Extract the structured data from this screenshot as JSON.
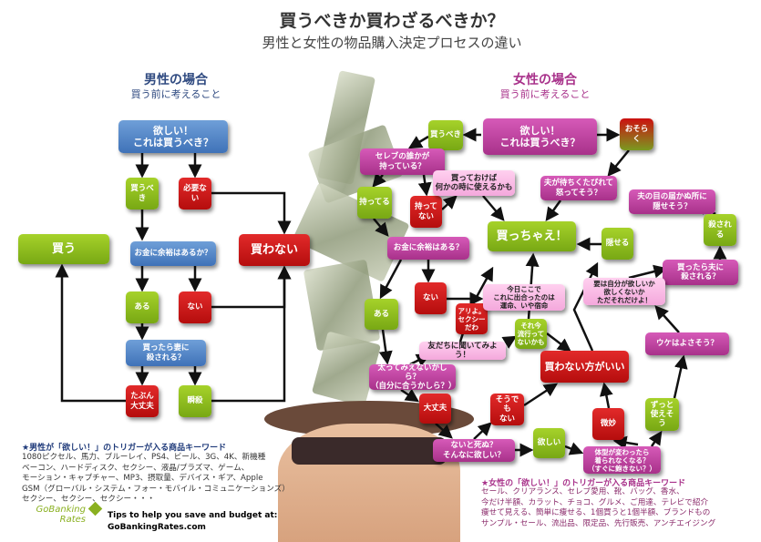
{
  "header": {
    "title": "買うべきか買わざるべきか？",
    "subtitle": "男性と女性の物品購入決定プロセスの違い"
  },
  "men": {
    "heading": "男性の場合",
    "sub": "買う前に考えること",
    "q1": "欲しい！\nこれは買うべき？",
    "should": "買うべき",
    "no_need": "必要ない",
    "buy": "買う",
    "q2": "お金に余裕はあるか？",
    "dont_buy": "買わない",
    "yes": "ある",
    "no": "ない",
    "q3": "買ったら妻に\n殺される？",
    "probably_ok": "たぶん\n大丈夫",
    "instant": "瞬殺",
    "kw_title": "★男性が「欲しい！」のトリガーが入る商品キーワード",
    "kw_lines": [
      "1080ピクセル、馬力、ブルーレイ、PS4、ビール、3G、4K、新機種",
      "ベーコン、ハードディスク、セクシー、液晶/プラズマ、ゲーム、",
      "モーション・キャプチャー、MP3、摂取量、デバイス・ギア、Apple",
      "GSM（グローバル・システム・フォー・モバイル・コミュニケーションズ）",
      "セクシー、セクシー、セクシー・・・"
    ]
  },
  "women": {
    "heading": "女性の場合",
    "sub": "買う前に考えること",
    "q1": "欲しい！\nこれは買うべき？",
    "should": "買うべき",
    "probably": "おそらく",
    "celeb": "セレブの誰かが\n持っている？",
    "have": "持ってる",
    "dont_have": "持って\nない",
    "maybe_use": "買っておけば\n何かの時に使えるかも",
    "husband": "夫が待ちくたびれて\n怒ってそう？",
    "buy_it": "買っちゃえ！",
    "can_hide": "隠せる",
    "hide_q": "夫の目の届かぬ所に\n隠せそう？",
    "killed": "殺される",
    "killed_q": "買ったら夫に\n殺される？",
    "money_q": "お金に余裕はある？",
    "yes": "ある",
    "no": "ない",
    "sexy": "アリよ。\nセクシー\nだわ",
    "destiny": "今日ここで\nこれに出合ったのは\n運命、いや宿命",
    "want_it": "要は自分が欲しいか\n欲しくないか\nただそれだけよ！",
    "trend": "それ今\n流行って\nないかも",
    "ask_friend": "友だちに聞いてみよう！",
    "fat_q": "太ってみえないかしら？\n（自分に合うかしら？）",
    "better_not": "買わない方がいい",
    "popular_q": "ウケはよさそう？",
    "ok": "大丈夫",
    "not_really": "そうでも\nない",
    "iffy": "微妙",
    "lasting": "ずっと\n使えそう",
    "die_q": "ないと死ぬ？\nそんなに欲しい？",
    "want": "欲しい",
    "body_q": "体型が変わったら\n着られなくなる？\n（すぐに飽きない？）",
    "kw_title": "★女性の「欲しい！」のトリガーが入る商品キーワード",
    "kw_lines": [
      "セール、クリアランス、セレブ愛用、靴、バッグ、香水、",
      "今だけ半額、カラット、チョコ、グルメ、ご用達、テレビで紹介",
      "痩せて見える、簡単に痩せる、1個買うと1個半額、ブランドもの",
      "サンプル・セール、流出品、限定品、先行販売、アンチエイジング"
    ]
  },
  "footer": {
    "logo": "GoBanking Rates",
    "tip": "Tips to help you save and budget at:",
    "site": "GoBankingRates.com"
  }
}
